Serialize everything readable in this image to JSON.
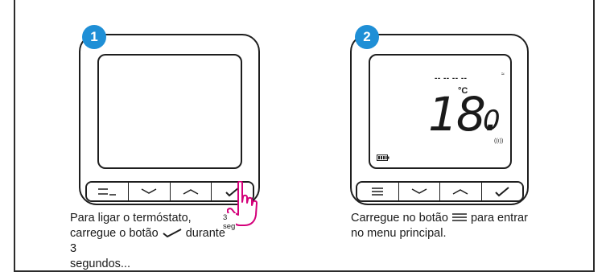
{
  "steps": [
    {
      "number": "1",
      "caption_line1": "Para ligar o termóstato,",
      "caption_line2a": "carregue o botão",
      "caption_line2b": "durante 3",
      "caption_line3": "segundos...",
      "hold_label": "3 seg",
      "buttons": [
        "menu-dash-icon",
        "chevron-down-icon",
        "chevron-up-icon",
        "check-icon"
      ]
    },
    {
      "number": "2",
      "caption_line1a": "Carregue no botão",
      "caption_line1b": "para entrar",
      "caption_line2": "no menu principal.",
      "lcd": {
        "dashes": "-- -- -- --",
        "unit": "°C",
        "temp_main": "18.",
        "temp_decimal": "0",
        "wireless": "((ı))",
        "battery": "battery-icon"
      },
      "buttons": [
        "menu-icon",
        "chevron-down-icon",
        "chevron-up-icon",
        "check-icon"
      ]
    }
  ],
  "colors": {
    "badge": "#1f8fd6",
    "hand": "#d4007a",
    "line": "#1e1e1e"
  }
}
